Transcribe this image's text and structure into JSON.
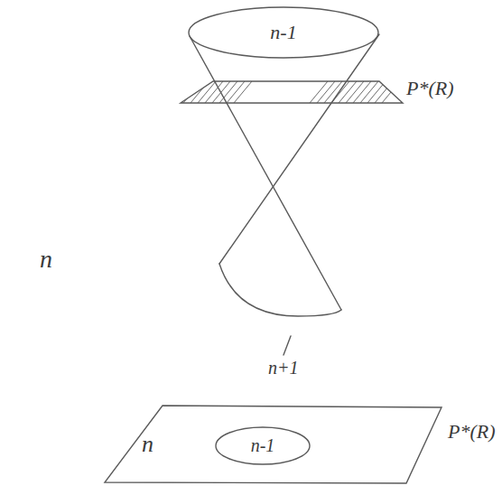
{
  "diagram": {
    "nodes": [
      {
        "text": [
          "n-1"
        ]
      },
      {
        "text": [
          "n"
        ]
      },
      {
        "text": [
          "n-1"
        ],
        "in": 1
      }
    ],
    "labels": [
      "P*(R)",
      "n",
      "n+1",
      "P*(R)"
    ]
  }
}
